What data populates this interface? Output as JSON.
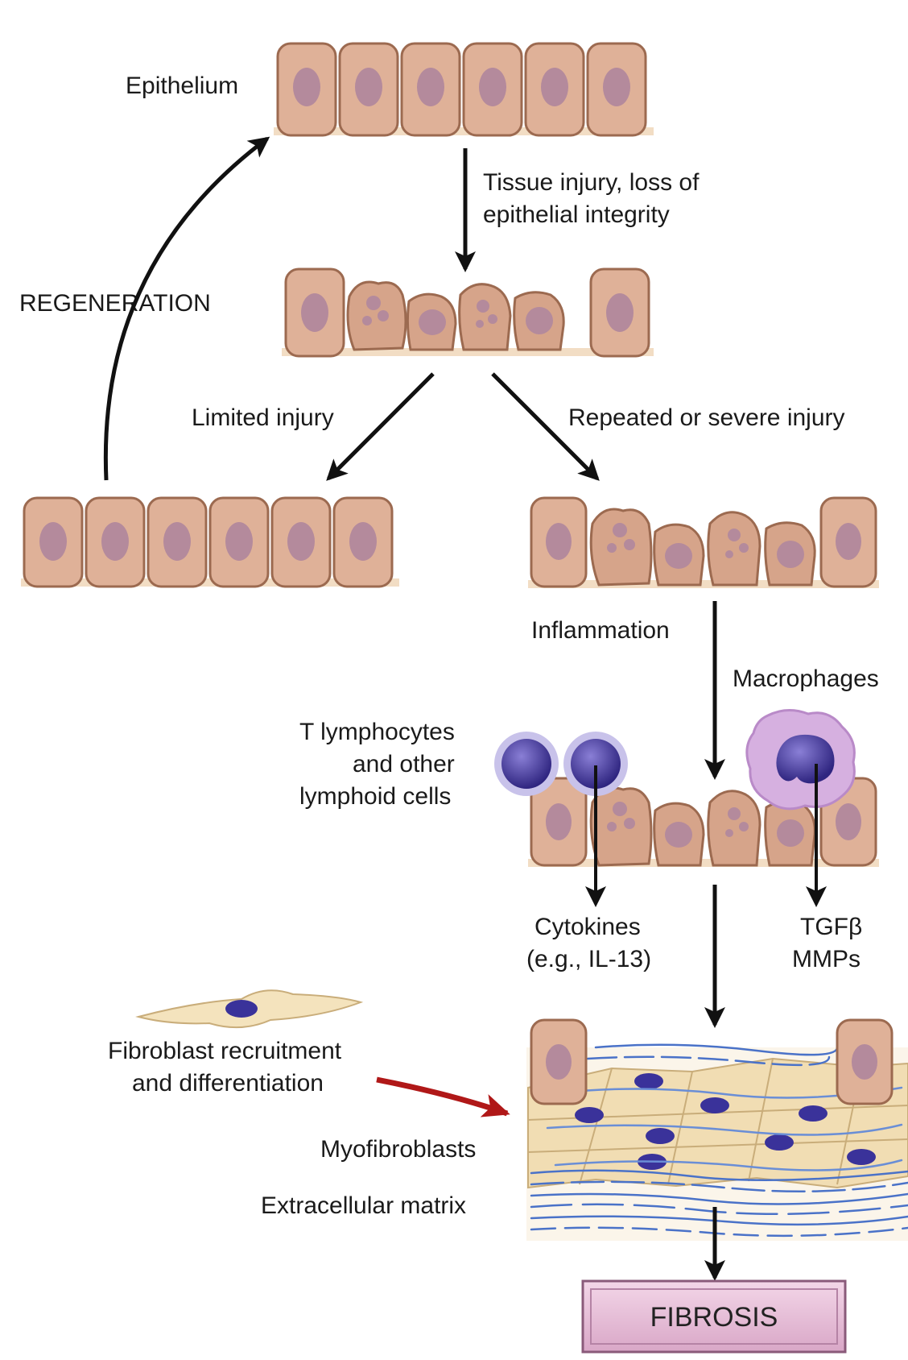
{
  "labels": {
    "epithelium": "Epithelium",
    "injury_line1": "Tissue injury, loss of",
    "injury_line2": "epithelial integrity",
    "regeneration": "REGENERATION",
    "limited_injury": "Limited injury",
    "repeated_injury": "Repeated or severe injury",
    "inflammation": "Inflammation",
    "macrophages": "Macrophages",
    "t_lymph_line1": "T lymphocytes",
    "t_lymph_line2": "and other",
    "t_lymph_line3": "lymphoid cells",
    "cytokines_line1": "Cytokines",
    "cytokines_line2": "(e.g., IL-13)",
    "tgfb_line1": "TGFβ",
    "tgfb_line2": "MMPs",
    "fibroblast_line1": "Fibroblast recruitment",
    "fibroblast_line2": "and differentiation",
    "myofibroblasts": "Myofibroblasts",
    "ecm": "Extracellular matrix",
    "fibrosis": "FIBROSIS"
  },
  "colors": {
    "cell_fill": "#dfb198",
    "cell_stroke": "#9c6a50",
    "nucleus": "#b48a9c",
    "basement": "#f2ddc4",
    "lymphocyte": "#4a3ea0",
    "macrophage": "#cfa6d9",
    "fibroblast": "#f4e3bd",
    "fibrosis_box": "#e8bfda",
    "red_arrow": "#b01818"
  }
}
